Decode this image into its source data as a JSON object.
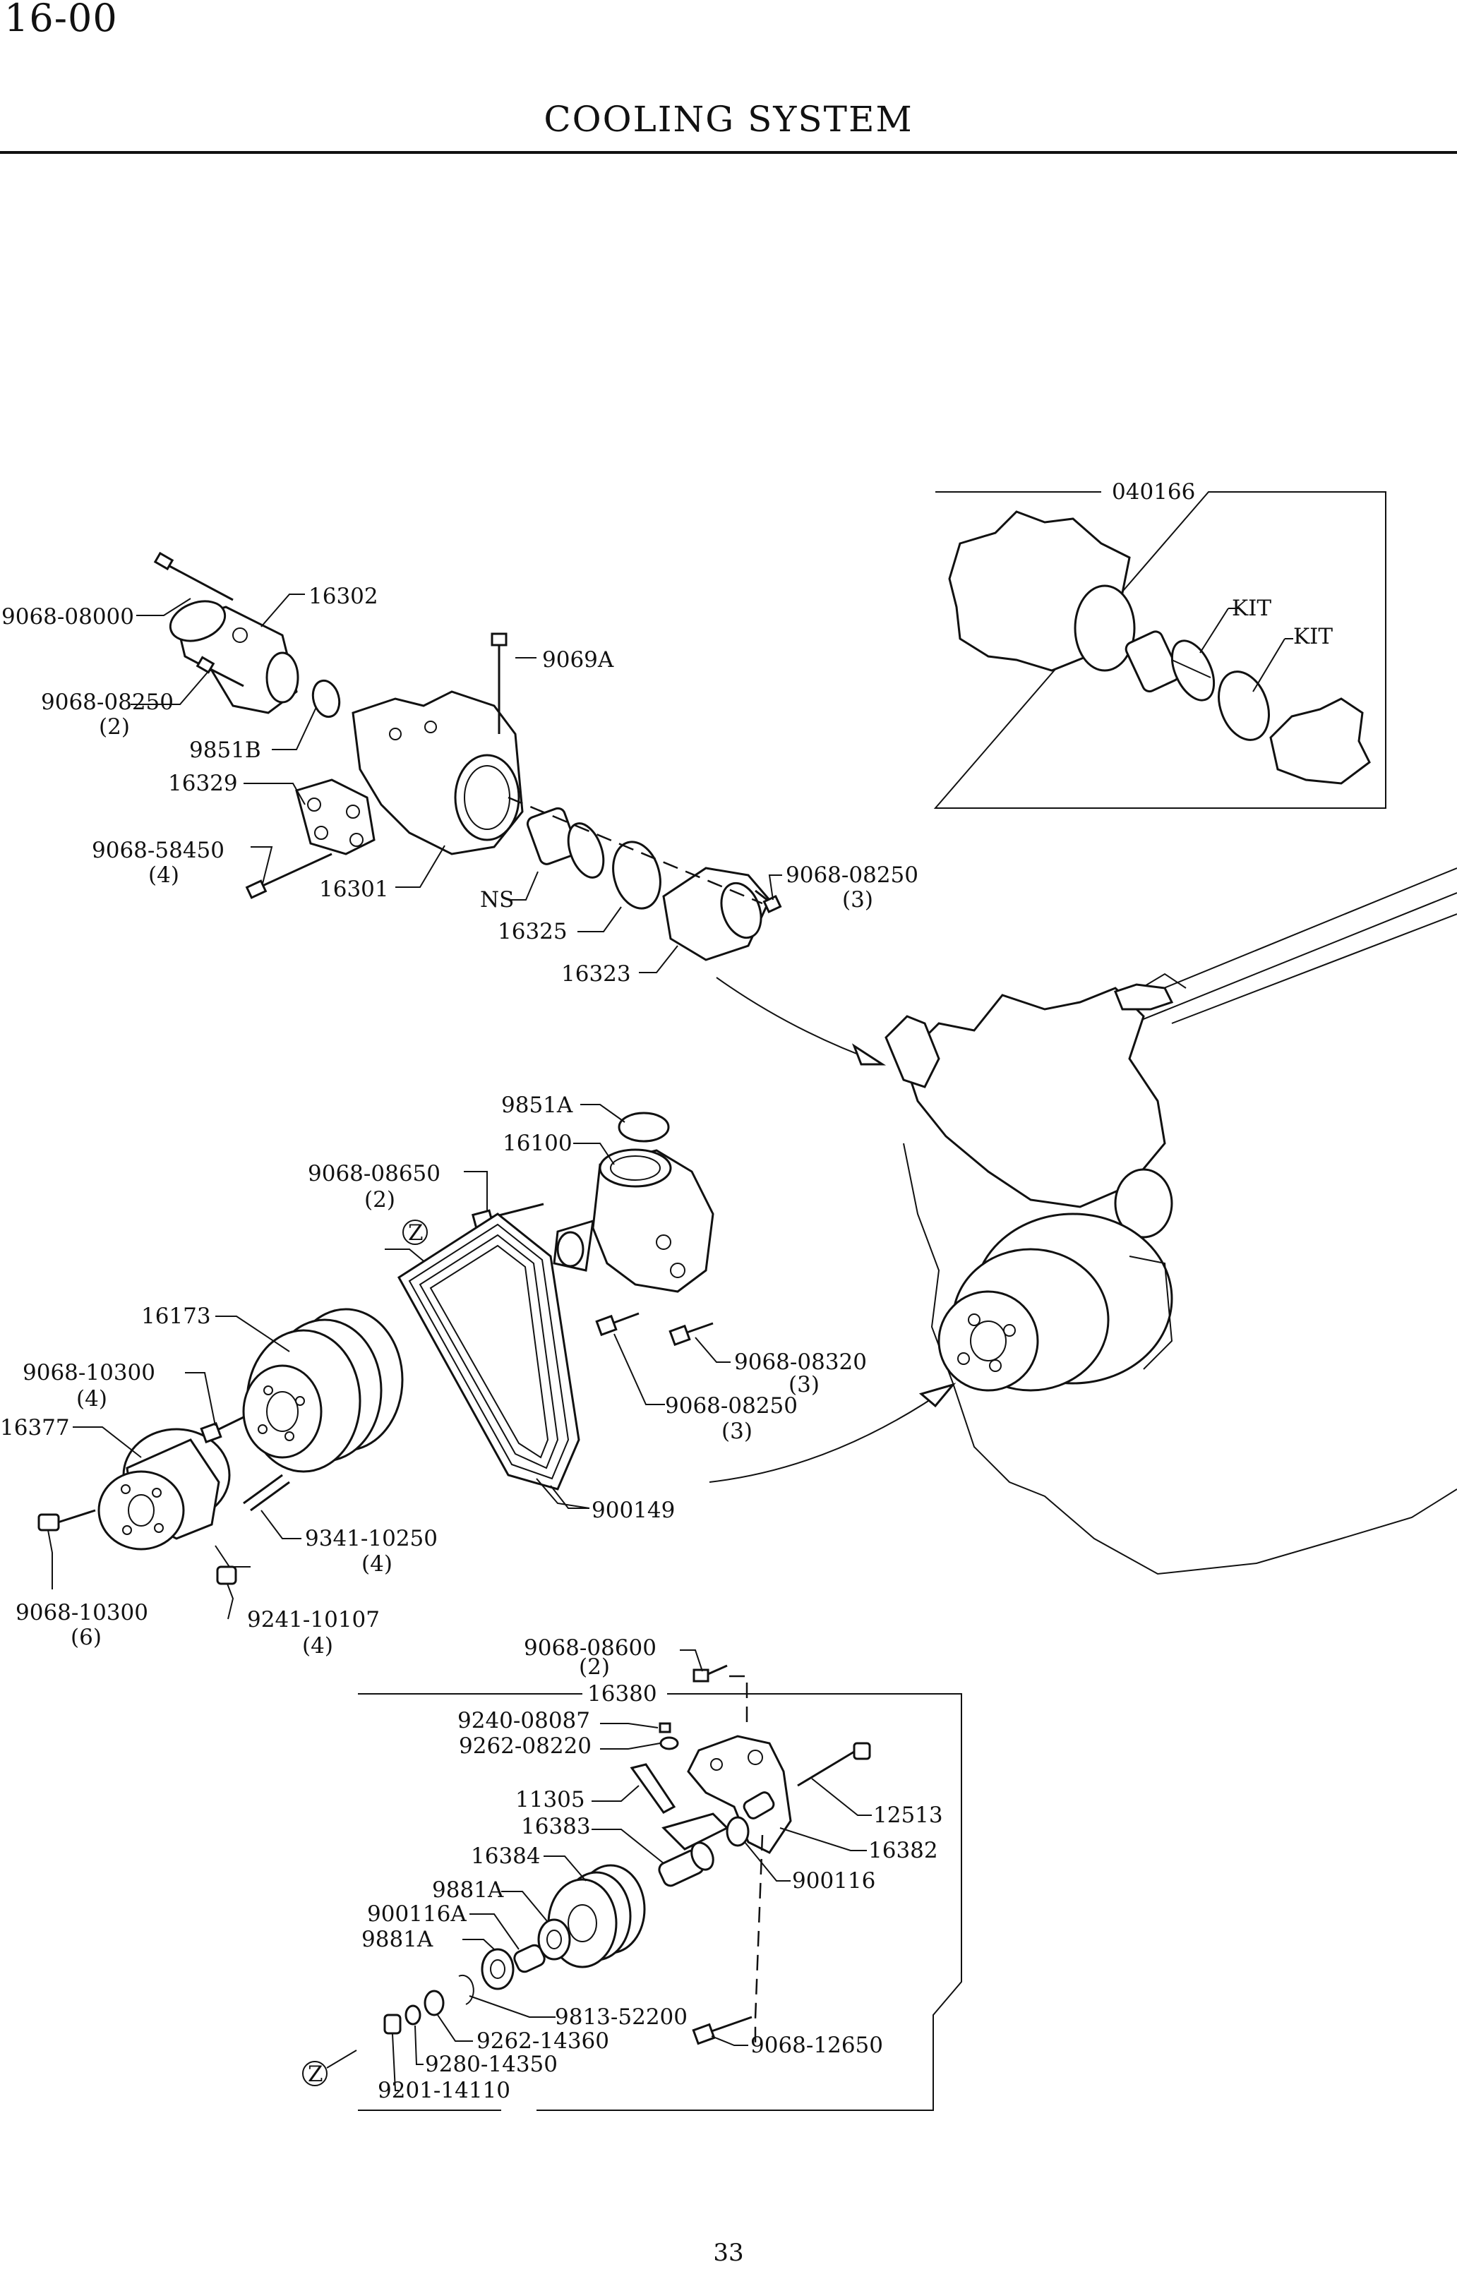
{
  "header": {
    "section": "16-00",
    "title": "COOLING SYSTEM"
  },
  "kit_box": {
    "code": "040166",
    "thermostat_label": "KIT",
    "gasket_label": "KIT"
  },
  "labels": {
    "p9068_08000": "9068-08000",
    "p16302": "16302",
    "p9069A": "9069A",
    "p9068_08250_a": "9068-08250",
    "q2_a": "(2)",
    "p9851B": "9851B",
    "p16329": "16329",
    "p9068_58450": "9068-58450",
    "q4_a": "(4)",
    "p16301": "16301",
    "pNS": "NS",
    "p16325": "16325",
    "p16323": "16323",
    "p9068_08250_b": "9068-08250",
    "q3_a": "(3)",
    "p9851A": "9851A",
    "p16100": "16100",
    "p9068_08650": "9068-08650",
    "q2_b": "(2)",
    "zone_z": "Z",
    "p16173": "16173",
    "p9068_10300_a": "9068-10300",
    "q4_b": "(4)",
    "p16377": "16377",
    "p9068_08320": "9068-08320",
    "q3_b": "(3)",
    "p9068_08250_c": "9068-08250",
    "q3_c": "(3)",
    "p900149": "900149",
    "p9341_10250": "9341-10250",
    "q4_c": "(4)",
    "p9068_10300_b": "9068-10300",
    "q6": "(6)",
    "p9241_10107": "9241-10107",
    "q4_d": "(4)",
    "p9068_08600": "9068-08600",
    "q2_c": "(2)",
    "p16380": "16380",
    "p9240_08087": "9240-08087",
    "p9262_08220": "9262-08220",
    "p11305": "11305",
    "p16383": "16383",
    "p16384": "16384",
    "p12513": "12513",
    "p16382": "16382",
    "p900116": "900116",
    "p9881A_a": "9881A",
    "p900116A": "900116A",
    "p9881A_b": "9881A",
    "p9813_52200": "9813-52200",
    "p9262_14360": "9262-14360",
    "p9280_14350": "9280-14350",
    "p9201_14110": "9201-14110",
    "p9068_12650": "9068-12650",
    "zone_z_b": "Z"
  },
  "footer": {
    "page_number": "33"
  }
}
